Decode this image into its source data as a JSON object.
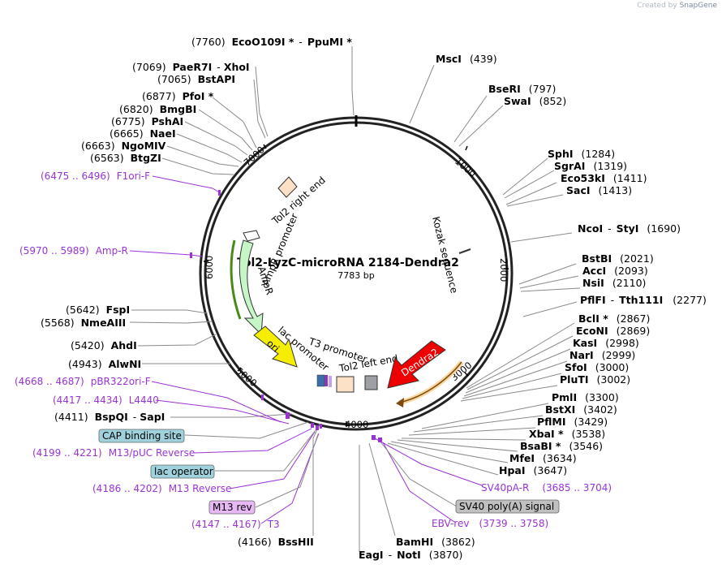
{
  "credit": {
    "prefix": "Created by",
    "brand": "SnapGene"
  },
  "title": "Tol2-LyzC-microRNA 2184-Dendra2",
  "length_label": "7783 bp",
  "ticks": [
    "1000",
    "2000",
    "3000",
    "4000",
    "5000",
    "6000",
    "7000"
  ],
  "sites_left": [
    {
      "pos": "(7760)",
      "name": "EcoO109I *",
      "alt": "PpuMI *"
    },
    {
      "pos": "(7069)",
      "name": "PaeR7I",
      "alt": "XhoI"
    },
    {
      "pos": "(7065)",
      "name": "BstAPI",
      "alt": ""
    },
    {
      "pos": "(6877)",
      "name": "PfoI *",
      "alt": ""
    },
    {
      "pos": "(6820)",
      "name": "BmgBI",
      "alt": ""
    },
    {
      "pos": "(6775)",
      "name": "PshAI",
      "alt": ""
    },
    {
      "pos": "(6665)",
      "name": "NaeI",
      "alt": ""
    },
    {
      "pos": "(6663)",
      "name": "NgoMIV",
      "alt": ""
    },
    {
      "pos": "(6563)",
      "name": "BtgZI",
      "alt": ""
    },
    {
      "pos": "(5642)",
      "name": "FspI",
      "alt": ""
    },
    {
      "pos": "(5568)",
      "name": "NmeAIII",
      "alt": ""
    },
    {
      "pos": "(5420)",
      "name": "AhdI",
      "alt": ""
    },
    {
      "pos": "(4943)",
      "name": "AlwNI",
      "alt": ""
    },
    {
      "pos": "(4411)",
      "name": "BspQI",
      "alt": "SapI"
    },
    {
      "pos": "(4166)",
      "name": "BssHII",
      "alt": ""
    }
  ],
  "sites_right": [
    {
      "pos": "(439)",
      "name": "MscI"
    },
    {
      "pos": "(797)",
      "name": "BseRI"
    },
    {
      "pos": "(852)",
      "name": "SwaI"
    },
    {
      "pos": "(1284)",
      "name": "SphI"
    },
    {
      "pos": "(1319)",
      "name": "SgrAI"
    },
    {
      "pos": "(1411)",
      "name": "Eco53kI"
    },
    {
      "pos": "(1413)",
      "name": "SacI"
    },
    {
      "pos": "(1690)",
      "name": "NcoI",
      "alt": "StyI"
    },
    {
      "pos": "(2021)",
      "name": "BstBI"
    },
    {
      "pos": "(2093)",
      "name": "AccI"
    },
    {
      "pos": "(2110)",
      "name": "NsiI"
    },
    {
      "pos": "(2277)",
      "name": "PflFI",
      "alt": "Tth111I"
    },
    {
      "pos": "(2867)",
      "name": "BclI *"
    },
    {
      "pos": "(2869)",
      "name": "EcoNI"
    },
    {
      "pos": "(2998)",
      "name": "KasI"
    },
    {
      "pos": "(2999)",
      "name": "NarI"
    },
    {
      "pos": "(3000)",
      "name": "SfoI"
    },
    {
      "pos": "(3002)",
      "name": "PluTI"
    },
    {
      "pos": "(3300)",
      "name": "PmlI"
    },
    {
      "pos": "(3402)",
      "name": "BstXI"
    },
    {
      "pos": "(3429)",
      "name": "PflMI"
    },
    {
      "pos": "(3538)",
      "name": "XbaI *"
    },
    {
      "pos": "(3546)",
      "name": "BsaBI *"
    },
    {
      "pos": "(3634)",
      "name": "MfeI"
    },
    {
      "pos": "(3647)",
      "name": "HpaI"
    },
    {
      "pos": "(3862)",
      "name": "BamHI"
    },
    {
      "pos": "(3870)",
      "name": "EagI",
      "alt": "NotI"
    }
  ],
  "features_outer": [
    {
      "range": "(6475 .. 6496)",
      "name": "F1ori-F"
    },
    {
      "range": "(5970 .. 5989)",
      "name": "Amp-R"
    },
    {
      "range": "(4668 .. 4687)",
      "name": "pBR322ori-F"
    },
    {
      "range": "(4417 .. 4434)",
      "name": "L4440"
    },
    {
      "range": "(4199 .. 4221)",
      "name": "M13/pUC Reverse"
    },
    {
      "range": "(4186 .. 4202)",
      "name": "M13 Reverse"
    },
    {
      "range": "(4147 .. 4167)",
      "name": "T3"
    },
    {
      "range": "(3685 .. 3704)",
      "name": "SV40pA-R"
    },
    {
      "range": "(3739 .. 3758)",
      "name": "EBV-rev"
    }
  ],
  "feature_boxes": {
    "cap": "CAP binding site",
    "lac_operator": "lac operator",
    "m13rev": "M13 rev",
    "sv40": "SV40 poly(A) signal"
  },
  "inner_labels": {
    "tol2_right": "Tol2 right end",
    "amp_promoter": "AmpR promoter",
    "ampr": "AmpR",
    "kozak": "Kozak sequence",
    "ori": "ori",
    "lac_promoter": "lac promoter",
    "t3_promoter": "T3 promoter",
    "tol2_left": "Tol2 left end",
    "dendra2": "Dendra2"
  },
  "colors": {
    "feature_purple": "#9a33d6",
    "ampr_green": "#c6f5c6",
    "ori_yellow": "#f5ee00",
    "dendra_red": "#ee0000",
    "tol2_peach": "#fde1c6",
    "cap_box": "#9fd2dd",
    "m13_box": "#e8b8f5",
    "sv40_box": "#c0c0c0"
  }
}
